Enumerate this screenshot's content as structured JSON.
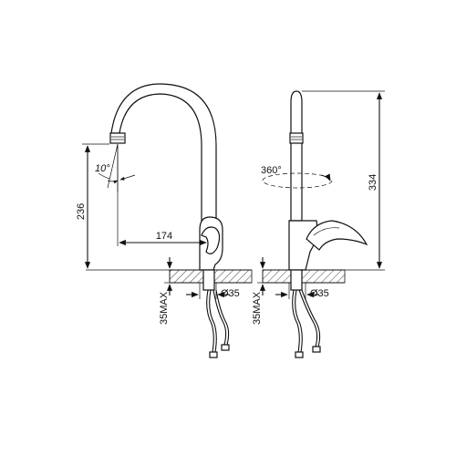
{
  "front_view": {
    "spout_angle": "10°",
    "height_to_spout": "236",
    "spout_reach": "174",
    "max_counter_thickness": "35MAX",
    "hole_diameter": "Ø35"
  },
  "side_view": {
    "rotation": "360°",
    "total_height": "334",
    "max_counter_thickness": "35MAX",
    "hole_diameter": "Ø35"
  }
}
